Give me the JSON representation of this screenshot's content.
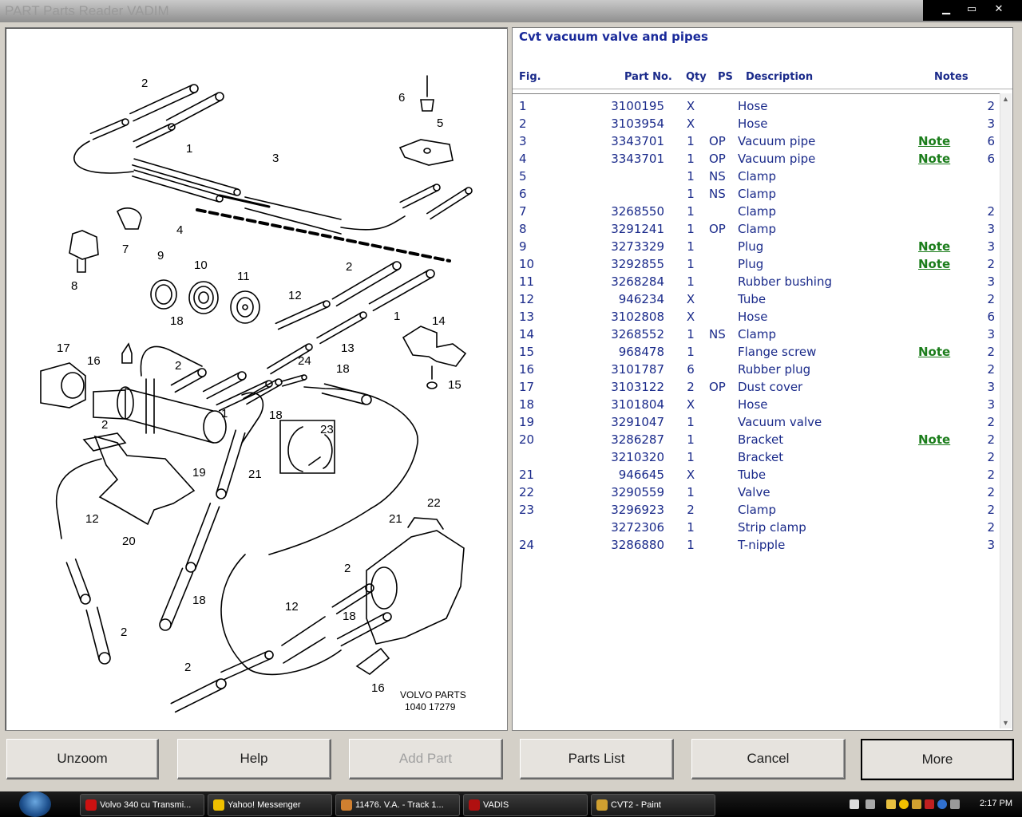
{
  "window": {
    "title": "PART Parts Reader   VADIM",
    "controls": {
      "minimize": "▁",
      "maximize": "▭",
      "close": "✕"
    }
  },
  "diagram": {
    "stamp_line1": "VOLVO PARTS",
    "stamp_line2": "1040 17279",
    "callouts": [
      "1",
      "2",
      "3",
      "4",
      "5",
      "6",
      "7",
      "8",
      "9",
      "10",
      "11",
      "12",
      "13",
      "14",
      "15",
      "16",
      "17",
      "18",
      "19",
      "20",
      "21",
      "22",
      "23",
      "24"
    ]
  },
  "parts_panel": {
    "title": "Cvt vacuum valve and pipes",
    "columns": {
      "fig": "Fig.",
      "part_no": "Part No.",
      "qty": "Qty",
      "ps": "PS",
      "description": "Description",
      "notes": "Notes"
    },
    "rows": [
      {
        "fig": "1",
        "part": "3100195",
        "qty": "X",
        "ps": "",
        "desc": "Hose",
        "note": "",
        "n": "2"
      },
      {
        "fig": "2",
        "part": "3103954",
        "qty": "X",
        "ps": "",
        "desc": "Hose",
        "note": "",
        "n": "3"
      },
      {
        "fig": "3",
        "part": "3343701",
        "qty": "1",
        "ps": "OP",
        "desc": "Vacuum pipe",
        "note": "Note",
        "n": "6"
      },
      {
        "fig": "4",
        "part": "3343701",
        "qty": "1",
        "ps": "OP",
        "desc": "Vacuum pipe",
        "note": "Note",
        "n": "6"
      },
      {
        "fig": "5",
        "part": "",
        "qty": "1",
        "ps": "NS",
        "desc": "Clamp",
        "note": "",
        "n": ""
      },
      {
        "fig": "6",
        "part": "",
        "qty": "1",
        "ps": "NS",
        "desc": "Clamp",
        "note": "",
        "n": ""
      },
      {
        "fig": "7",
        "part": "3268550",
        "qty": "1",
        "ps": "",
        "desc": "Clamp",
        "note": "",
        "n": "2"
      },
      {
        "fig": "8",
        "part": "3291241",
        "qty": "1",
        "ps": "OP",
        "desc": "Clamp",
        "note": "",
        "n": "3"
      },
      {
        "fig": "9",
        "part": "3273329",
        "qty": "1",
        "ps": "",
        "desc": "Plug",
        "note": "Note",
        "n": "3"
      },
      {
        "fig": "10",
        "part": "3292855",
        "qty": "1",
        "ps": "",
        "desc": "Plug",
        "note": "Note",
        "n": "2"
      },
      {
        "fig": "11",
        "part": "3268284",
        "qty": "1",
        "ps": "",
        "desc": "Rubber bushing",
        "note": "",
        "n": "3"
      },
      {
        "fig": "12",
        "part": "946234",
        "qty": "X",
        "ps": "",
        "desc": "Tube",
        "note": "",
        "n": "2"
      },
      {
        "fig": "13",
        "part": "3102808",
        "qty": "X",
        "ps": "",
        "desc": "Hose",
        "note": "",
        "n": "6"
      },
      {
        "fig": "14",
        "part": "3268552",
        "qty": "1",
        "ps": "NS",
        "desc": "Clamp",
        "note": "",
        "n": "3"
      },
      {
        "fig": "15",
        "part": "968478",
        "qty": "1",
        "ps": "",
        "desc": "Flange screw",
        "note": "Note",
        "n": "2"
      },
      {
        "fig": "16",
        "part": "3101787",
        "qty": "6",
        "ps": "",
        "desc": "Rubber plug",
        "note": "",
        "n": "2"
      },
      {
        "fig": "17",
        "part": "3103122",
        "qty": "2",
        "ps": "OP",
        "desc": "Dust cover",
        "note": "",
        "n": "3"
      },
      {
        "fig": "18",
        "part": "3101804",
        "qty": "X",
        "ps": "",
        "desc": "Hose",
        "note": "",
        "n": "3"
      },
      {
        "fig": "19",
        "part": "3291047",
        "qty": "1",
        "ps": "",
        "desc": "Vacuum valve",
        "note": "",
        "n": "2"
      },
      {
        "fig": "20",
        "part": "3286287",
        "qty": "1",
        "ps": "",
        "desc": "Bracket",
        "note": "Note",
        "n": "2"
      },
      {
        "fig": "",
        "part": "3210320",
        "qty": "1",
        "ps": "",
        "desc": "Bracket",
        "note": "",
        "n": "2"
      },
      {
        "fig": "21",
        "part": "946645",
        "qty": "X",
        "ps": "",
        "desc": "Tube",
        "note": "",
        "n": "2"
      },
      {
        "fig": "22",
        "part": "3290559",
        "qty": "1",
        "ps": "",
        "desc": "Valve",
        "note": "",
        "n": "2"
      },
      {
        "fig": "23",
        "part": "3296923",
        "qty": "2",
        "ps": "",
        "desc": "Clamp",
        "note": "",
        "n": "2"
      },
      {
        "fig": "",
        "part": "3272306",
        "qty": "1",
        "ps": "",
        "desc": "Strip clamp",
        "note": "",
        "n": "2"
      },
      {
        "fig": "24",
        "part": "3286880",
        "qty": "1",
        "ps": "",
        "desc": "T-nipple",
        "note": "",
        "n": "3"
      }
    ]
  },
  "buttons": {
    "unzoom": "Unzoom",
    "help": "Help",
    "add_part": "Add Part",
    "parts_list": "Parts List",
    "cancel": "Cancel",
    "more": "More"
  },
  "taskbar": {
    "tasks": [
      {
        "label": "Volvo 340 cu Transmi...",
        "color": "#cc1111"
      },
      {
        "label": "Yahoo! Messenger",
        "color": "#f0c000"
      },
      {
        "label": "11476. V.A. - Track 1...",
        "color": "#d08030"
      },
      {
        "label": "VADIS",
        "color": "#b01010"
      },
      {
        "label": "CVT2 - Paint",
        "color": "#d0a030"
      }
    ],
    "clock": "2:17 PM"
  }
}
